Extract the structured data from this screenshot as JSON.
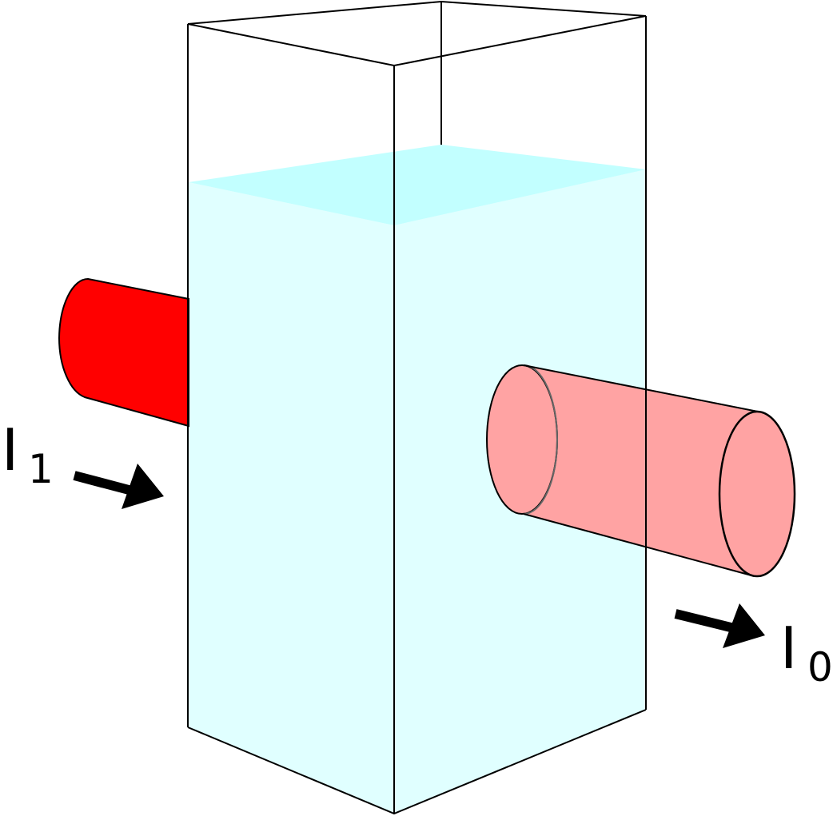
{
  "diagram": {
    "incident_beam": {
      "label": "I",
      "subscript": "1",
      "color": "#ff0000"
    },
    "transmitted_beam": {
      "label": "I",
      "subscript": "0",
      "color": "#ffa3a3"
    },
    "liquid": {
      "body_color": "#e0ffff",
      "surface_color": "#c2ffff"
    },
    "outline_color": "#000000",
    "arrow_color": "#000000"
  }
}
